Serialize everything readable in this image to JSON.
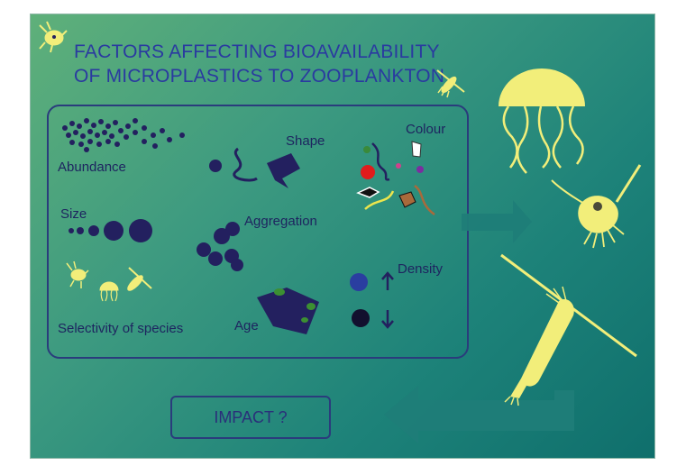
{
  "title": {
    "line1": "FACTORS AFFECTING BIOAVAILABILITY",
    "line2": "OF MICROPLASTICS TO ZOOPLANKTON"
  },
  "factors": {
    "abundance": "Abundance",
    "shape": "Shape",
    "colour": "Colour",
    "size": "Size",
    "aggregation": "Aggregation",
    "density": "Density",
    "selectivity": "Selectivity of species",
    "age": "Age"
  },
  "impact": {
    "label": "IMPACT ?"
  },
  "colors": {
    "title": "#2a3aa0",
    "particle": "#23205f",
    "organism": "#f2ee7a",
    "arrow": "#1f7d78",
    "background_start": "#5fb07a",
    "background_end": "#0f6f6c"
  },
  "icons": [
    "jellyfish-icon",
    "copepod-icon",
    "nauplius-icon",
    "shrimp-larva-icon",
    "arrow-right-icon",
    "arrow-left-icon",
    "arrow-up-icon",
    "arrow-down-icon"
  ]
}
